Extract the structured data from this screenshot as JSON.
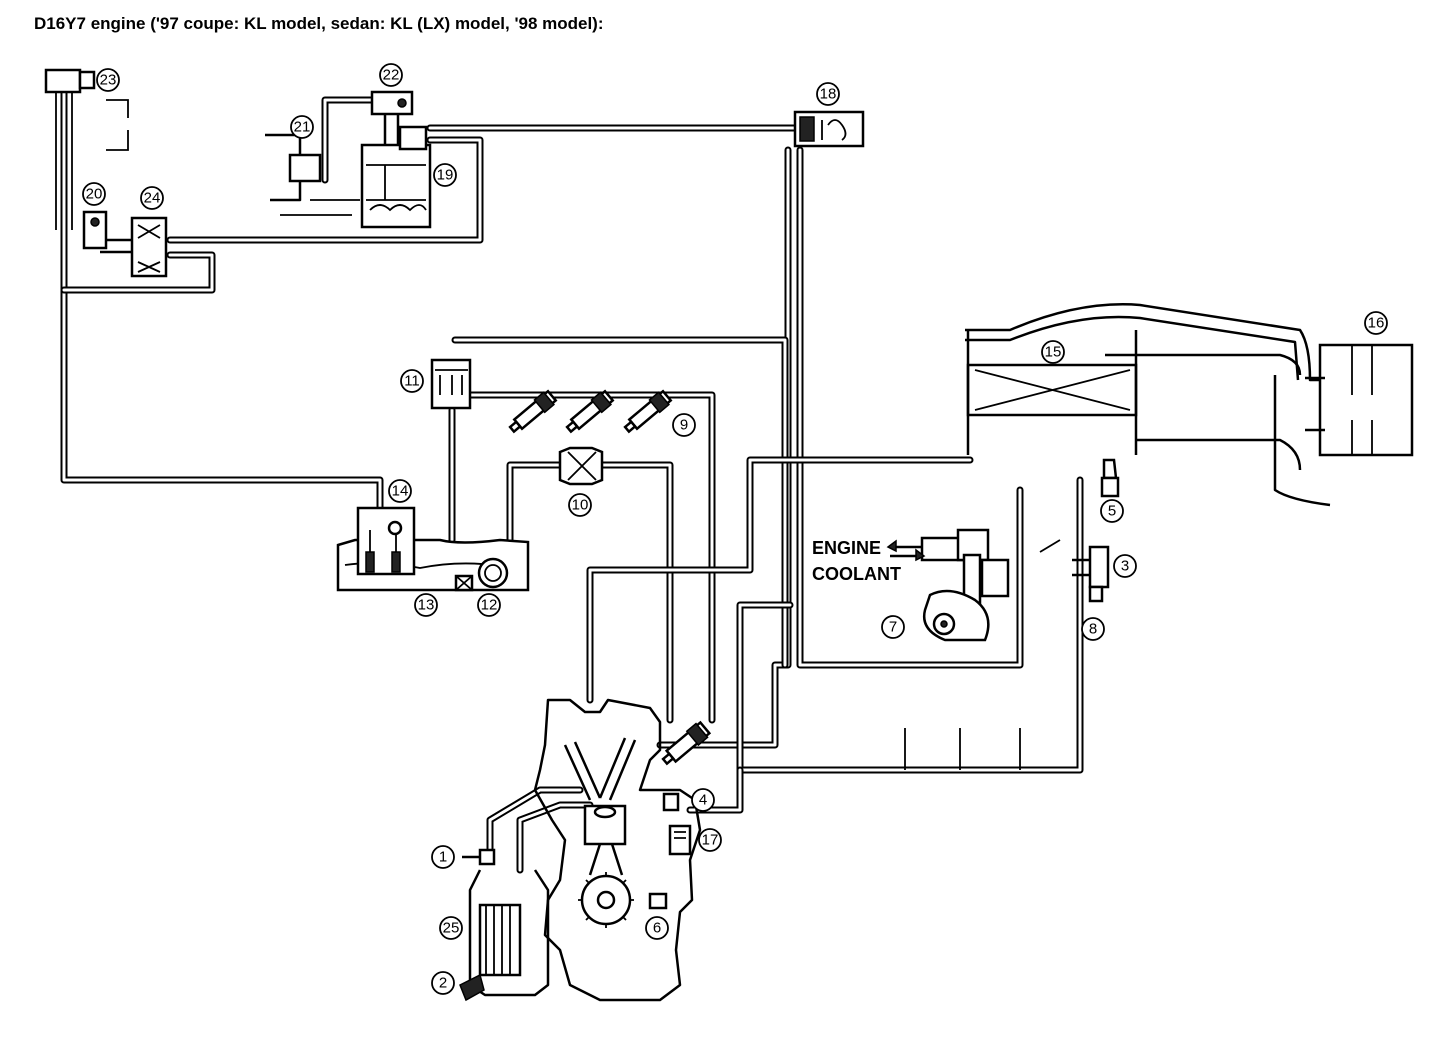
{
  "title": "D16Y7 engine ('97 coupe: KL model, sedan: KL (LX) model, '98 model):",
  "label_engine": "ENGINE",
  "label_coolant": "COOLANT",
  "callouts": {
    "c1": "1",
    "c2": "2",
    "c3": "3",
    "c4": "4",
    "c5": "5",
    "c6": "6",
    "c7": "7",
    "c8": "8",
    "c9": "9",
    "c10": "10",
    "c11": "11",
    "c12": "12",
    "c13": "13",
    "c14": "14",
    "c15": "15",
    "c16": "16",
    "c17": "17",
    "c18": "18",
    "c19": "19",
    "c20": "20",
    "c21": "21",
    "c22": "22",
    "c23": "23",
    "c24": "24",
    "c25": "25"
  }
}
